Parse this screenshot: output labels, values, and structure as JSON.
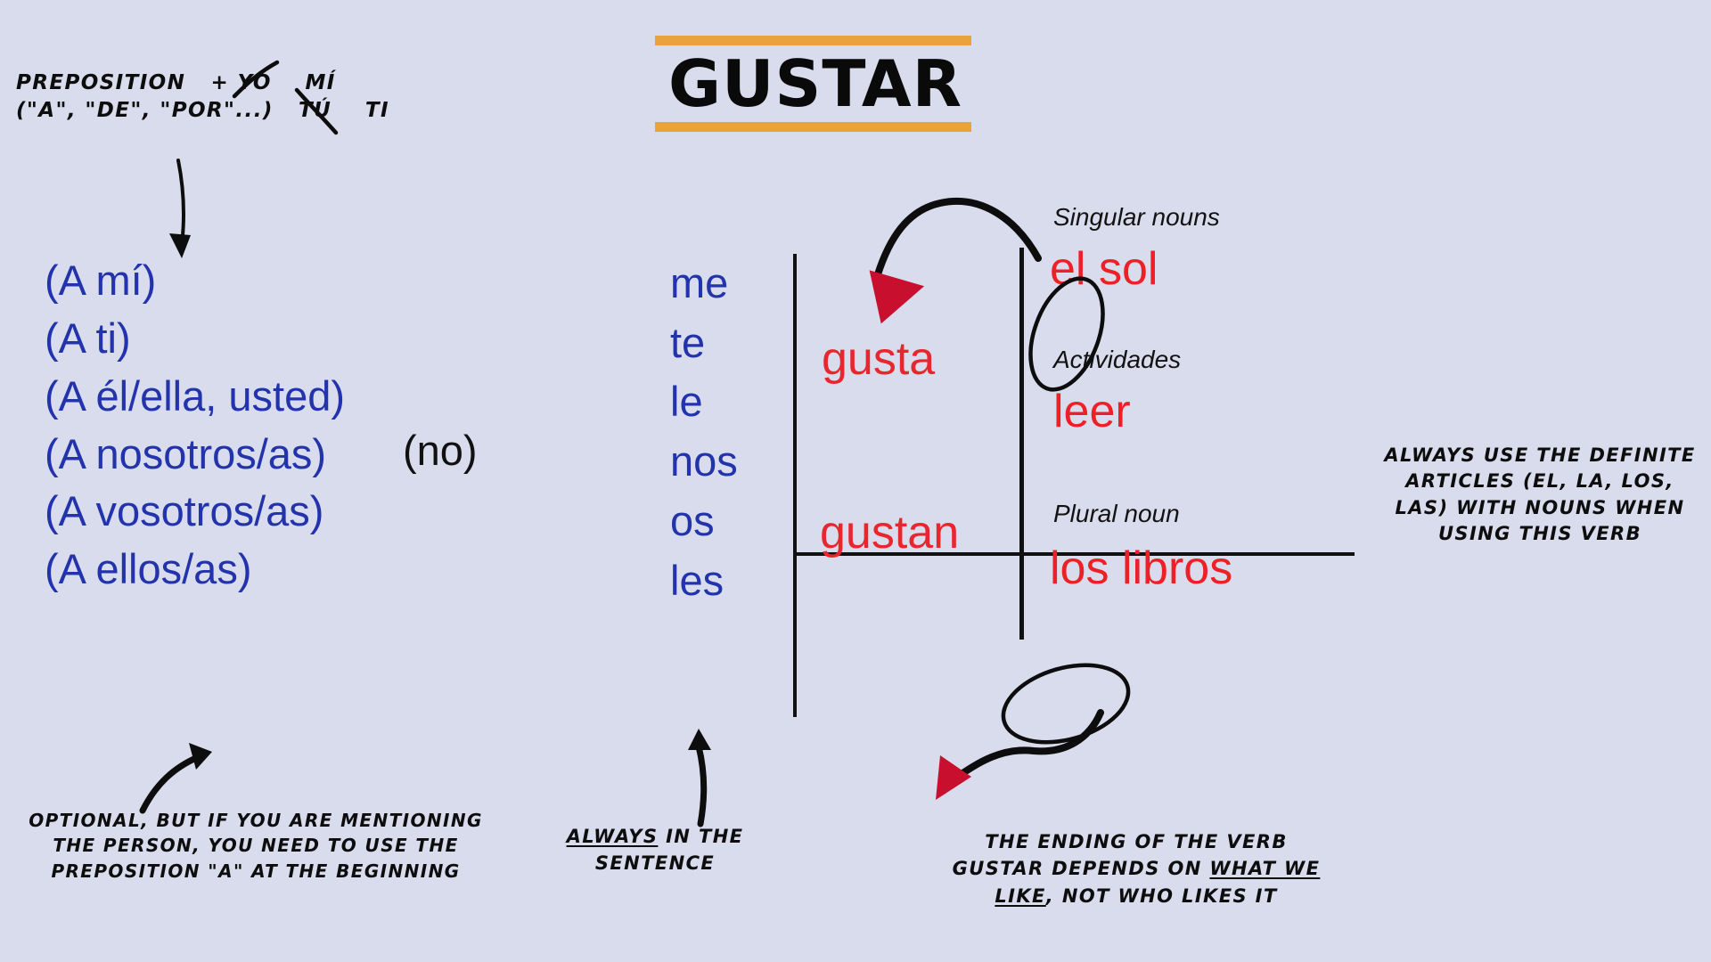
{
  "background_color": "#d8dcec",
  "colors": {
    "blue": "#2233ab",
    "red": "#ee2027",
    "arrow_red": "#c8102e",
    "orange_rule": "#e8a33d",
    "ink": "#0d0d0d"
  },
  "title": {
    "text": "GUSTAR",
    "rule_above": true,
    "rule_below": true
  },
  "preposition_note": {
    "line1_label": "PREPOSITION",
    "plus": "+",
    "struck_1": "YO",
    "replacement_1": "MÍ",
    "line2_label": "(\"A\", \"DE\", \"POR\"...)",
    "struck_2": "TÚ",
    "replacement_2": "TI"
  },
  "pronouns": [
    "(A mí)",
    "(A ti)",
    "(A él/ella, usted)",
    "(A nosotros/as)",
    "(A vosotros/as)",
    "(A ellos/as)"
  ],
  "negation": "(no)",
  "indirect_object_pronouns": [
    "me",
    "te",
    "le",
    "nos",
    "os",
    "les"
  ],
  "verbs": {
    "singular": "gusta",
    "plural": "gustan"
  },
  "right_column": {
    "singular_label": "Singular nouns",
    "singular_example_article": "el",
    "singular_example_noun": "sol",
    "activities_label": "Actividades",
    "activities_example": "leer",
    "plural_label": "Plural noun",
    "plural_example_article": "los",
    "plural_example_noun": "libros"
  },
  "notes": {
    "right": "ALWAYS USE THE DEFINITE ARTICLES (EL, LA, LOS, LAS) WITH NOUNS WHEN USING THIS VERB",
    "bottom_left": "OPTIONAL, BUT IF YOU ARE MENTIONING THE  PERSON, YOU NEED TO USE THE PREPOSITION \"A\" AT THE BEGINNING",
    "bottom_mid_underlined": "ALWAYS",
    "bottom_mid_rest": " IN THE SENTENCE",
    "bottom_right_part1": "THE ENDING OF THE VERB GUSTAR DEPENDS ON ",
    "bottom_right_underlined": "WHAT WE LIKE",
    "bottom_right_part2": ", NOT WHO LIKES IT"
  }
}
